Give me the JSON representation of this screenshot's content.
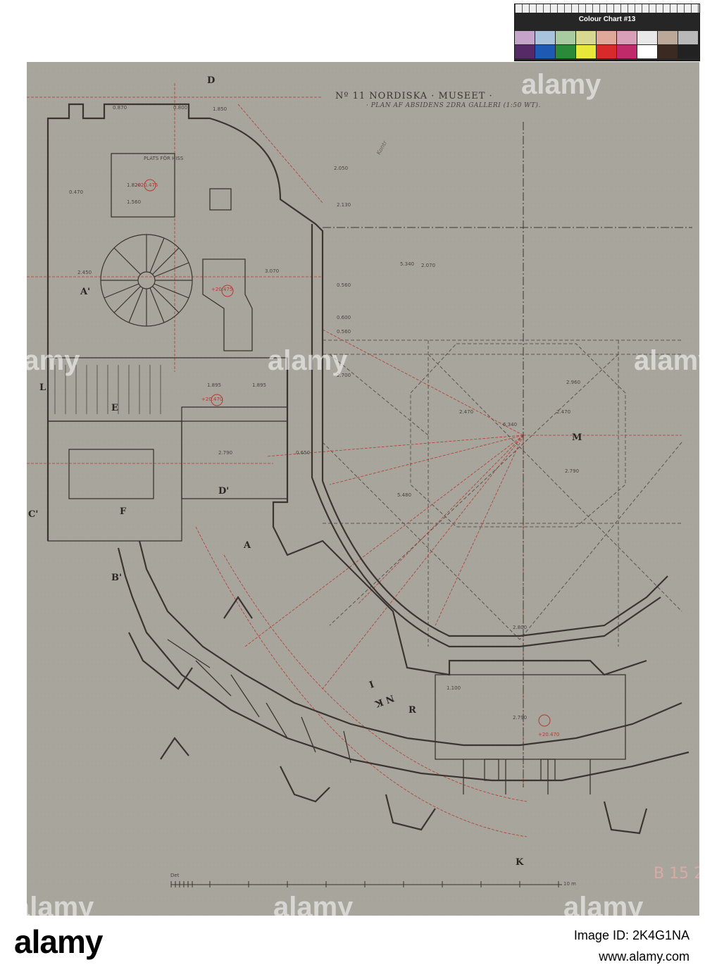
{
  "drawing": {
    "title_main": "Nº 11   NORDISKA · MUSEET ·",
    "title_sub": "· PLAN AF ABSIDENS 2DRA GALLERI (1:50 WT).",
    "pencil_note": "Kontr",
    "stamp_note": "B 15 2",
    "scale_bar_label_left": "Det",
    "scale_bar_label_right": "10 m",
    "section_letters": [
      "D",
      "A'",
      "L",
      "E",
      "C'",
      "F",
      "D'",
      "B'",
      "A",
      "M",
      "R",
      "N K",
      "I",
      "K"
    ],
    "dimensions": [
      "2.070",
      "2.470",
      "2.470",
      "6.340",
      "2.960",
      "2.790",
      "2.790",
      "5.480",
      "2.050",
      "1.895",
      "1.895",
      "2.790",
      "0.650",
      "0.560",
      "0.600",
      "1.820",
      "1.560",
      "0.870",
      "0.470",
      "0.800",
      "1.850",
      "2.450",
      "5.340",
      "2.700",
      "3.070",
      "2.130",
      "0.560",
      "2.800",
      "1.100"
    ],
    "annotations": [
      "PLATS FÖR HISS",
      "+20.475",
      "+20.470",
      "+20.470",
      "+20.475"
    ]
  },
  "colour_chart": {
    "title": "Colour Chart #13",
    "light_row": [
      "#c4a4c8",
      "#a8c4dc",
      "#a8cca0",
      "#d8d890",
      "#e0a898",
      "#d8a0b8",
      "#e8e8e8",
      "#bca898",
      "#b8b8b8"
    ],
    "dark_row": [
      "#552a66",
      "#1e5ab4",
      "#2a8a3a",
      "#e8e83a",
      "#d82a2a",
      "#c02a6a",
      "#ffffff",
      "#3a2a22",
      "#222222"
    ]
  },
  "watermark": {
    "text": "alamy"
  },
  "footer": {
    "logo": "alamy",
    "image_id": "Image ID: 2K4G1NA",
    "url": "www.alamy.com"
  }
}
